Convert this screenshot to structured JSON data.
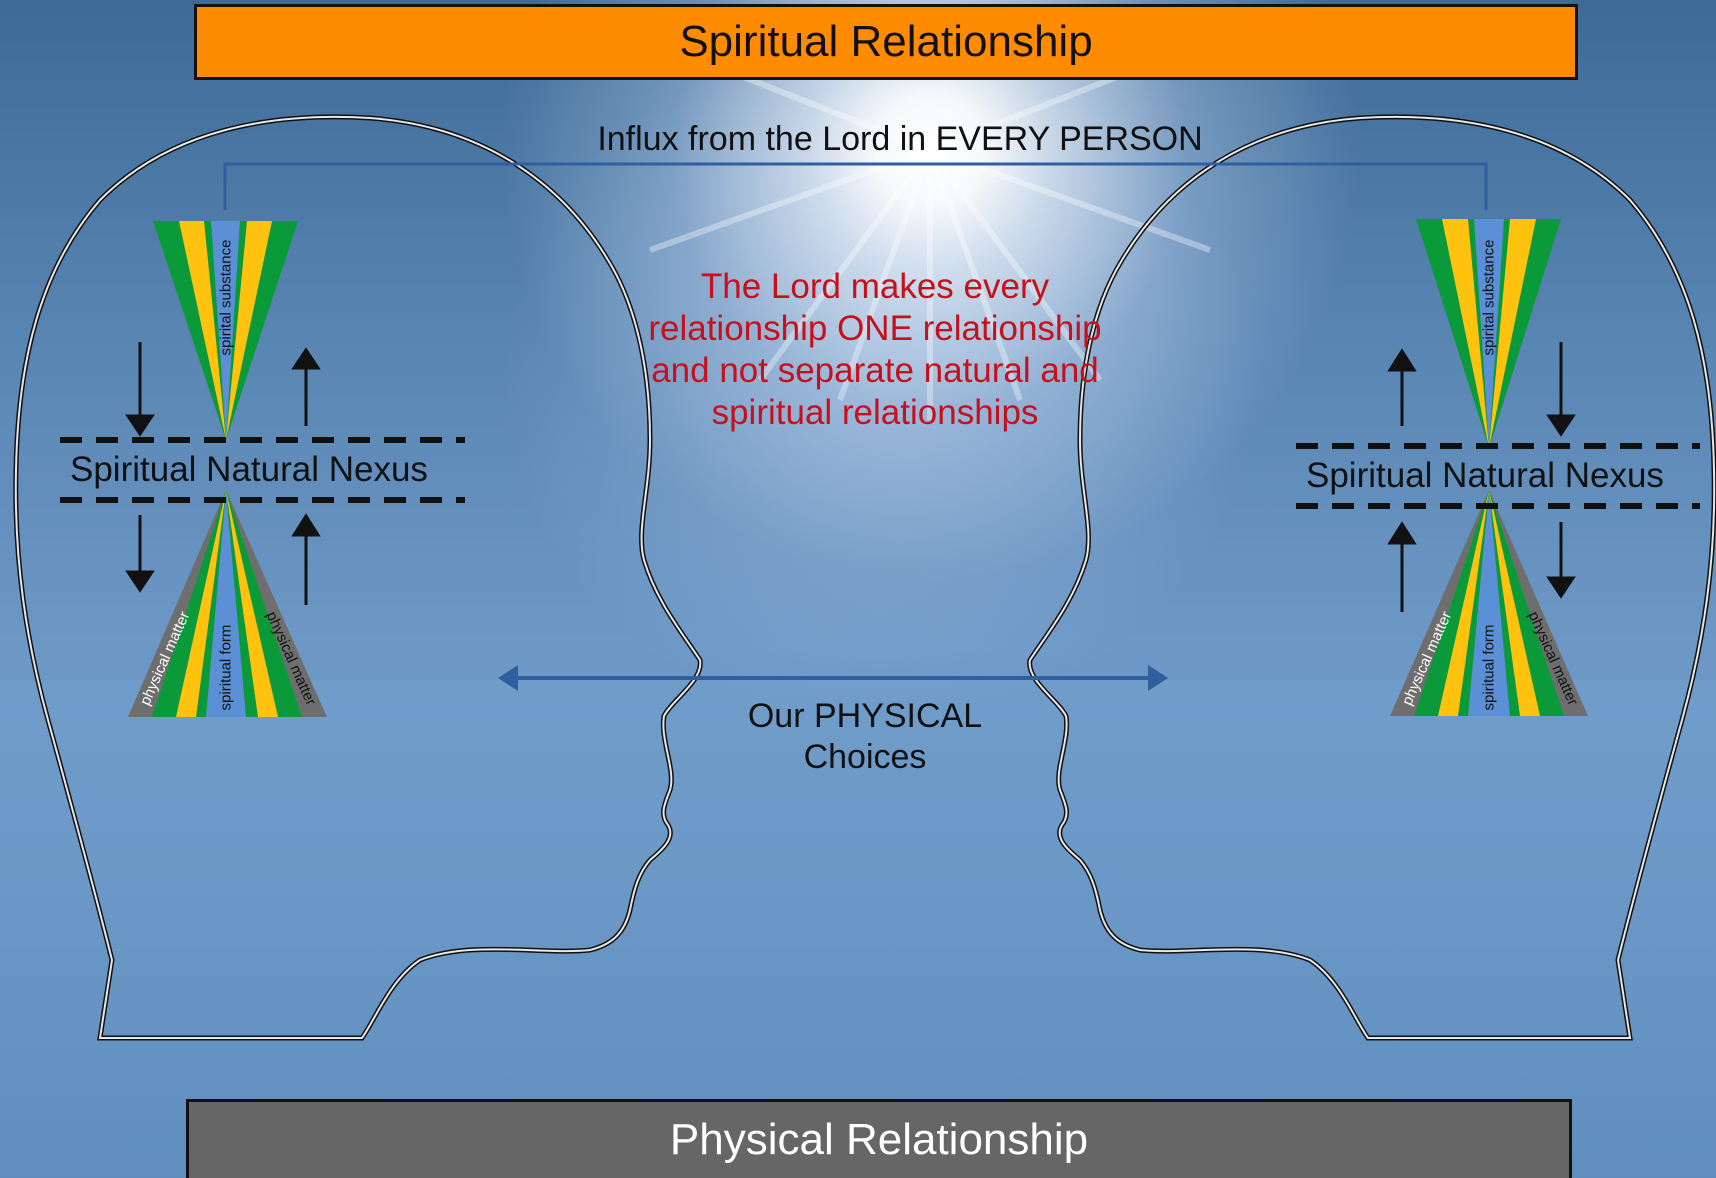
{
  "title": "Spiritual Relationship",
  "footer": "Physical Relationship",
  "influx_label": "Influx from the Lord  in EVERY PERSON",
  "center_statement": "The Lord makes every relationship ONE relationship and not separate natural and spiritual relationships",
  "choices_label": "Our PHYSICAL Choices",
  "left_figure": {
    "nexus_label": "Spiritual Natural Nexus",
    "upper_cone_label": "spirital substance",
    "lower_cone_center_label": "spiritual form",
    "lower_cone_left_label": "physical matter",
    "lower_cone_right_label": "physical matter"
  },
  "right_figure": {
    "nexus_label": "Spiritual Natural Nexus",
    "upper_cone_label": "spirital substance",
    "lower_cone_center_label": "spiritual form",
    "lower_cone_left_label": "physical matter",
    "lower_cone_right_label": "physical matter"
  },
  "colors": {
    "title_bar": "#ff8c00",
    "footer_bar": "#666666",
    "center_statement": "#c8101c",
    "cone_green": "#0a9a3a",
    "cone_yellow": "#ffc20e",
    "cone_blue": "#5b8fd6",
    "cone_gray": "#6e6e6e",
    "connector_line": "#2f5f9e"
  }
}
